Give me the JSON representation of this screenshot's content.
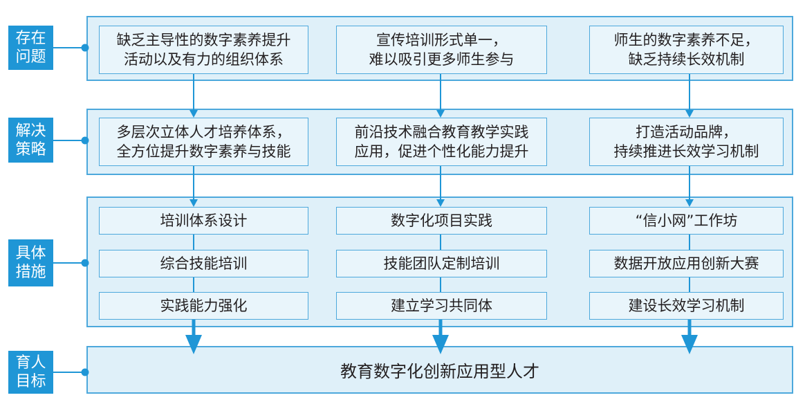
{
  "colors": {
    "label_bg": "#1f96d6",
    "label_text": "#ffffff",
    "panel_bg": "#dff0f9",
    "panel_border": "#4ca8dc",
    "box_bg": "#e9f5fb",
    "box_border": "#4ca8dc",
    "arrow": "#1f96d6",
    "text": "#231f20"
  },
  "problems": {
    "label": [
      "存在",
      "问题"
    ],
    "items": [
      [
        "缺乏主导性的数字素养提升",
        "活动以及有力的组织体系"
      ],
      [
        "宣传培训形式单一，",
        "难以吸引更多师生参与"
      ],
      [
        "师生的数字素养不足，",
        "缺乏持续长效机制"
      ]
    ]
  },
  "strategies": {
    "label": [
      "解决",
      "策略"
    ],
    "items": [
      [
        "多层次立体人才培养体系，",
        "全方位提升数字素养与技能"
      ],
      [
        "前沿技术融合教育教学实践",
        "应用，促进个性化能力提升"
      ],
      [
        "打造活动品牌，",
        "持续推进长效学习机制"
      ]
    ]
  },
  "measures": {
    "label": [
      "具体",
      "措施"
    ],
    "columns": [
      [
        "培训体系设计",
        "综合技能培训",
        "实践能力强化"
      ],
      [
        "数字化项目实践",
        "技能团队定制培训",
        "建立学习共同体"
      ],
      [
        "“信小网”工作坊",
        "数据开放应用创新大赛",
        "建设长效学习机制"
      ]
    ]
  },
  "goal": {
    "label": [
      "育人",
      "目标"
    ],
    "text": "教育数字化创新应用型人才"
  }
}
